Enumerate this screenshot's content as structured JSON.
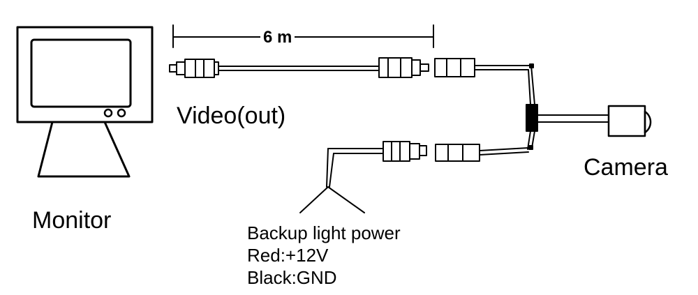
{
  "labels": {
    "monitor": "Monitor",
    "video_out": "Video(out)",
    "camera": "Camera",
    "cable_length": "6 m",
    "power_title": "Backup light power",
    "power_red": "Red:+12V",
    "power_black": "Black:GND"
  },
  "colors": {
    "line": "#000000",
    "background": "#ffffff"
  }
}
